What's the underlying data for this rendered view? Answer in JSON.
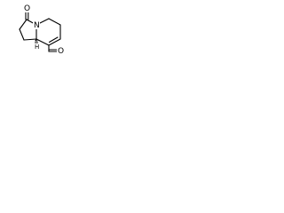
{
  "molecule": {
    "atoms": {
      "ketone_oxygen": "O",
      "ring_nitrogen": "N",
      "stereo_hydrogen": "H",
      "aldehyde_oxygen": "O"
    }
  }
}
